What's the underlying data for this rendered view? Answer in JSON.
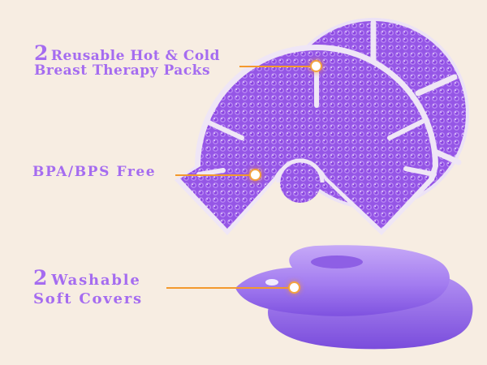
{
  "background_color": "#f7ede2",
  "accent_text_color": "#a56cf0",
  "leader_line_color": "#f3992e",
  "callouts": [
    {
      "number": "2",
      "line1": "Reusable Hot & Cold",
      "line2": "Breast Therapy Packs"
    },
    {
      "text": "BPA/BPS Free"
    },
    {
      "number": "2",
      "line1": "Washable",
      "line2": "Soft Covers"
    }
  ],
  "product": {
    "gel_pack_color": "#9a5ae8",
    "cover_color": "#a982f2",
    "gel_pack_count": 2,
    "cover_count": 2
  }
}
